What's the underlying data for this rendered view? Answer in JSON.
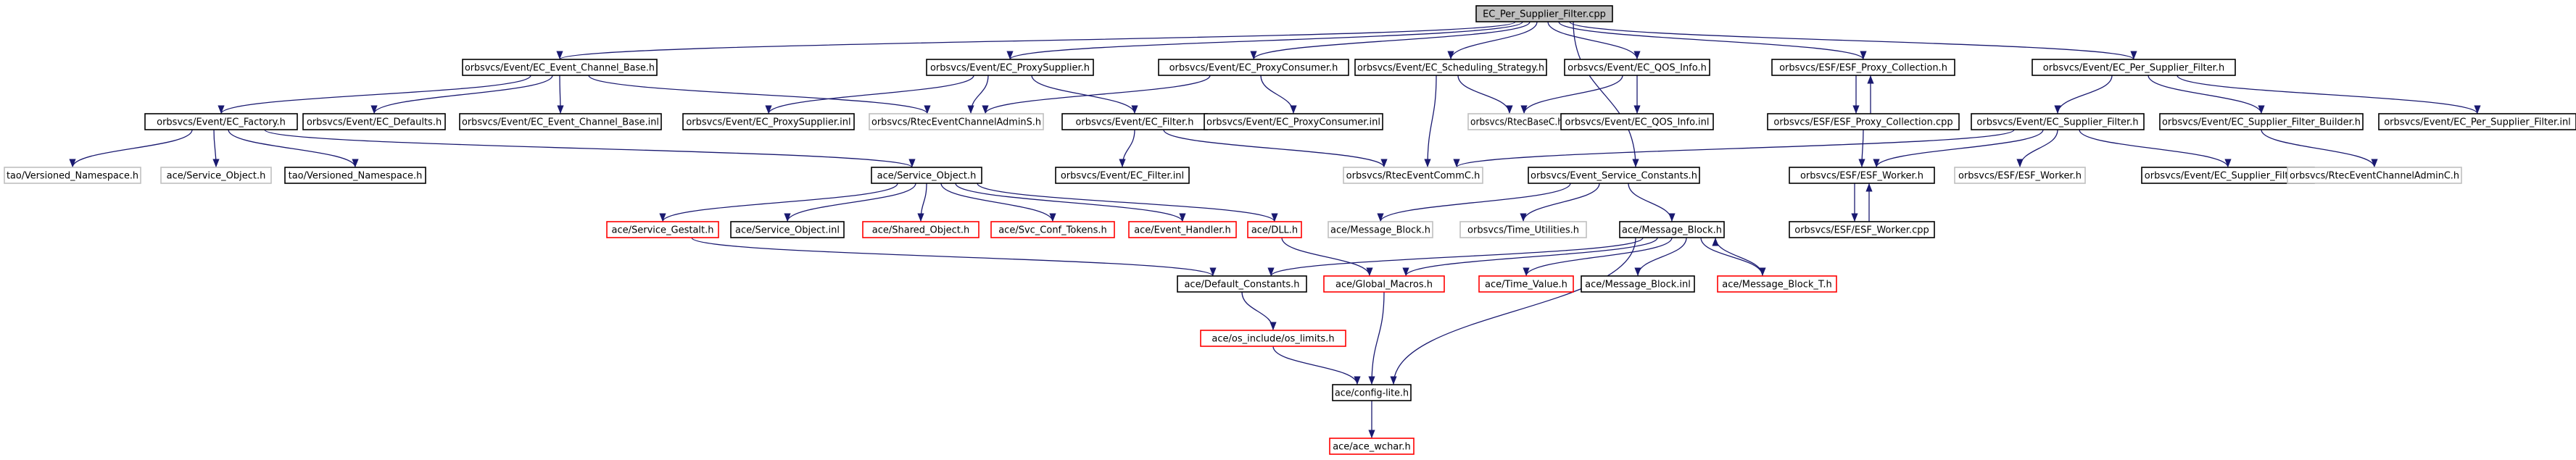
{
  "diagram": {
    "colors": {
      "edge": "#191970",
      "border_default": "#000000",
      "border_missing": "#ff0000",
      "border_external": "#bfbfbf",
      "root_fill": "#bfbfbf"
    },
    "nodes": [
      {
        "id": "root",
        "label": "EC_Per_Supplier_Filter.cpp",
        "kind": "root"
      },
      {
        "id": "ecb",
        "label": "orbsvcs/Event/EC_Event_Channel_Base.h",
        "kind": "default"
      },
      {
        "id": "eps",
        "label": "orbsvcs/Event/EC_ProxySupplier.h",
        "kind": "default"
      },
      {
        "id": "epc",
        "label": "orbsvcs/Event/EC_ProxyConsumer.h",
        "kind": "default"
      },
      {
        "id": "ess",
        "label": "orbsvcs/Event/EC_Scheduling_Strategy.h",
        "kind": "default"
      },
      {
        "id": "eqi",
        "label": "orbsvcs/Event/EC_QOS_Info.h",
        "kind": "default"
      },
      {
        "id": "epcol",
        "label": "orbsvcs/ESF/ESF_Proxy_Collection.h",
        "kind": "default"
      },
      {
        "id": "epsf",
        "label": "orbsvcs/Event/EC_Per_Supplier_Filter.h",
        "kind": "default"
      },
      {
        "id": "efac",
        "label": "orbsvcs/Event/EC_Factory.h",
        "kind": "default"
      },
      {
        "id": "edef",
        "label": "orbsvcs/Event/EC_Defaults.h",
        "kind": "default"
      },
      {
        "id": "ecbi",
        "label": "orbsvcs/Event/EC_Event_Channel_Base.inl",
        "kind": "default"
      },
      {
        "id": "epsi",
        "label": "orbsvcs/Event/EC_ProxySupplier.inl",
        "kind": "default"
      },
      {
        "id": "rtadm",
        "label": "orbsvcs/RtecEventChannelAdminS.h",
        "kind": "external"
      },
      {
        "id": "efil",
        "label": "orbsvcs/Event/EC_Filter.h",
        "kind": "default"
      },
      {
        "id": "epci",
        "label": "orbsvcs/Event/EC_ProxyConsumer.inl",
        "kind": "default"
      },
      {
        "id": "rtbase",
        "label": "orbsvcs/RtecBaseC.h",
        "kind": "external"
      },
      {
        "id": "eqii",
        "label": "orbsvcs/Event/EC_QOS_Info.inl",
        "kind": "default"
      },
      {
        "id": "epccpp",
        "label": "orbsvcs/ESF/ESF_Proxy_Collection.cpp",
        "kind": "default"
      },
      {
        "id": "esf",
        "label": "orbsvcs/Event/EC_Supplier_Filter.h",
        "kind": "default"
      },
      {
        "id": "esfb",
        "label": "orbsvcs/Event/EC_Supplier_Filter_Builder.h",
        "kind": "default"
      },
      {
        "id": "epsfi",
        "label": "orbsvcs/Event/EC_Per_Supplier_Filter.inl",
        "kind": "default"
      },
      {
        "id": "tvn1",
        "label": "tao/Versioned_Namespace.h",
        "kind": "external"
      },
      {
        "id": "aso",
        "label": "ace/Service_Object.h",
        "kind": "external"
      },
      {
        "id": "tvn2",
        "label": "tao/Versioned_Namespace.h",
        "kind": "default"
      },
      {
        "id": "aso2",
        "label": "ace/Service_Object.h",
        "kind": "default"
      },
      {
        "id": "efili",
        "label": "orbsvcs/Event/EC_Filter.inl",
        "kind": "default"
      },
      {
        "id": "rtcomm",
        "label": "orbsvcs/RtecEventCommC.h",
        "kind": "external"
      },
      {
        "id": "esc",
        "label": "orbsvcs/Event_Service_Constants.h",
        "kind": "default"
      },
      {
        "id": "eswk",
        "label": "orbsvcs/ESF/ESF_Worker.h",
        "kind": "default"
      },
      {
        "id": "eswk2",
        "label": "orbsvcs/ESF/ESF_Worker.h",
        "kind": "external"
      },
      {
        "id": "esfi",
        "label": "orbsvcs/Event/EC_Supplier_Filter.inl",
        "kind": "default"
      },
      {
        "id": "rtadmc",
        "label": "orbsvcs/RtecEventChannelAdminC.h",
        "kind": "external"
      },
      {
        "id": "asg",
        "label": "ace/Service_Gestalt.h",
        "kind": "missing"
      },
      {
        "id": "asoi",
        "label": "ace/Service_Object.inl",
        "kind": "default"
      },
      {
        "id": "asob",
        "label": "ace/Shared_Object.h",
        "kind": "missing"
      },
      {
        "id": "asct",
        "label": "ace/Svc_Conf_Tokens.h",
        "kind": "missing"
      },
      {
        "id": "aeh",
        "label": "ace/Event_Handler.h",
        "kind": "missing"
      },
      {
        "id": "adll",
        "label": "ace/DLL.h",
        "kind": "missing"
      },
      {
        "id": "amb1",
        "label": "ace/Message_Block.h",
        "kind": "external"
      },
      {
        "id": "otu",
        "label": "orbsvcs/Time_Utilities.h",
        "kind": "external"
      },
      {
        "id": "amb2",
        "label": "ace/Message_Block.h",
        "kind": "default"
      },
      {
        "id": "ewcpp",
        "label": "orbsvcs/ESF/ESF_Worker.cpp",
        "kind": "default"
      },
      {
        "id": "adc",
        "label": "ace/Default_Constants.h",
        "kind": "default"
      },
      {
        "id": "agm",
        "label": "ace/Global_Macros.h",
        "kind": "missing"
      },
      {
        "id": "atv",
        "label": "ace/Time_Value.h",
        "kind": "missing"
      },
      {
        "id": "ambi",
        "label": "ace/Message_Block.inl",
        "kind": "default"
      },
      {
        "id": "ambt",
        "label": "ace/Message_Block_T.h",
        "kind": "missing"
      },
      {
        "id": "aosl",
        "label": "ace/os_include/os_limits.h",
        "kind": "missing"
      },
      {
        "id": "acl",
        "label": "ace/config-lite.h",
        "kind": "default"
      },
      {
        "id": "awc",
        "label": "ace/ace_wchar.h",
        "kind": "missing"
      }
    ]
  }
}
